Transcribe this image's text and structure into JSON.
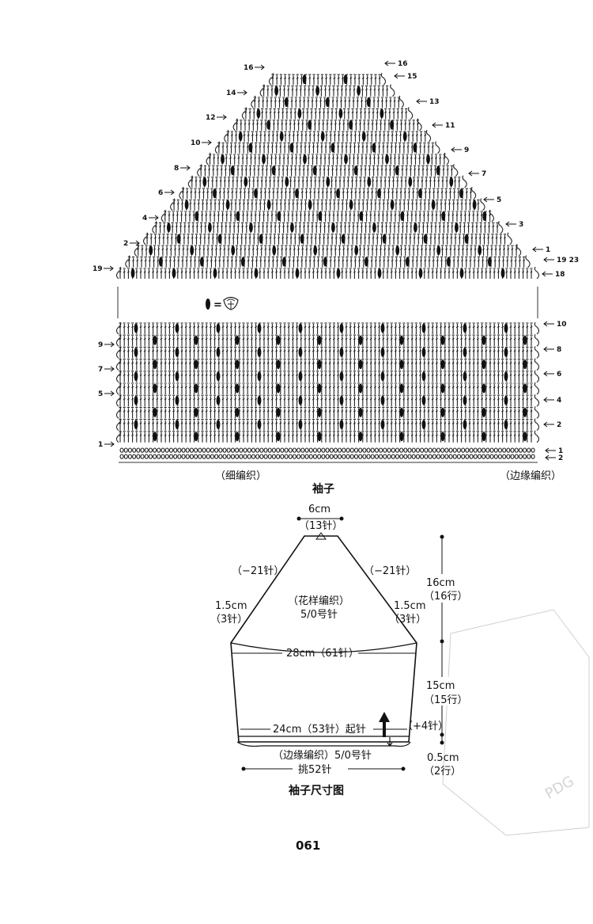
{
  "chart": {
    "title": "袖子",
    "legend_eq": "=",
    "left_note": "（细编织）",
    "right_note": "（边缘编织）",
    "upper_right_rows": [
      "16",
      "15",
      "13",
      "11",
      "9",
      "7",
      "5",
      "3",
      "1"
    ],
    "upper_left_rows": [
      "16",
      "14",
      "12",
      "10",
      "8",
      "6",
      "4",
      "2"
    ],
    "upper_right_wide": "19 23",
    "upper_right_18": "18",
    "upper_left_19": "19",
    "lower_right_rows": [
      "10",
      "8",
      "6",
      "4",
      "2"
    ],
    "lower_left_rows": [
      "9",
      "7",
      "5",
      "1"
    ],
    "edge_right_rows": [
      "1",
      "2"
    ]
  },
  "schematic": {
    "title": "袖子尺寸图",
    "top_width": "6cm",
    "top_stitches": "（13针）",
    "dec_left": "（−21针）",
    "dec_right": "（−21针）",
    "side_left_cm": "1.5cm",
    "side_left_st": "（3针）",
    "side_right_cm": "1.5cm",
    "side_right_st": "（3针）",
    "pattern_name": "（花样编织）",
    "pattern_needle": "5/0号针",
    "mid_width": "28cm（61针）",
    "cast_on": "24cm（53针）起针",
    "inc": "（+4针）",
    "edge_label": "（边缘编织）5/0号针",
    "pickup": "挑52针",
    "cap_height_cm": "16cm",
    "cap_height_rows": "（16行）",
    "body_height_cm": "15cm",
    "body_height_rows": "（15行）",
    "edge_height_cm": "0.5cm",
    "edge_height_rows": "（2行）"
  },
  "page_number": "061",
  "watermark": "PDG"
}
